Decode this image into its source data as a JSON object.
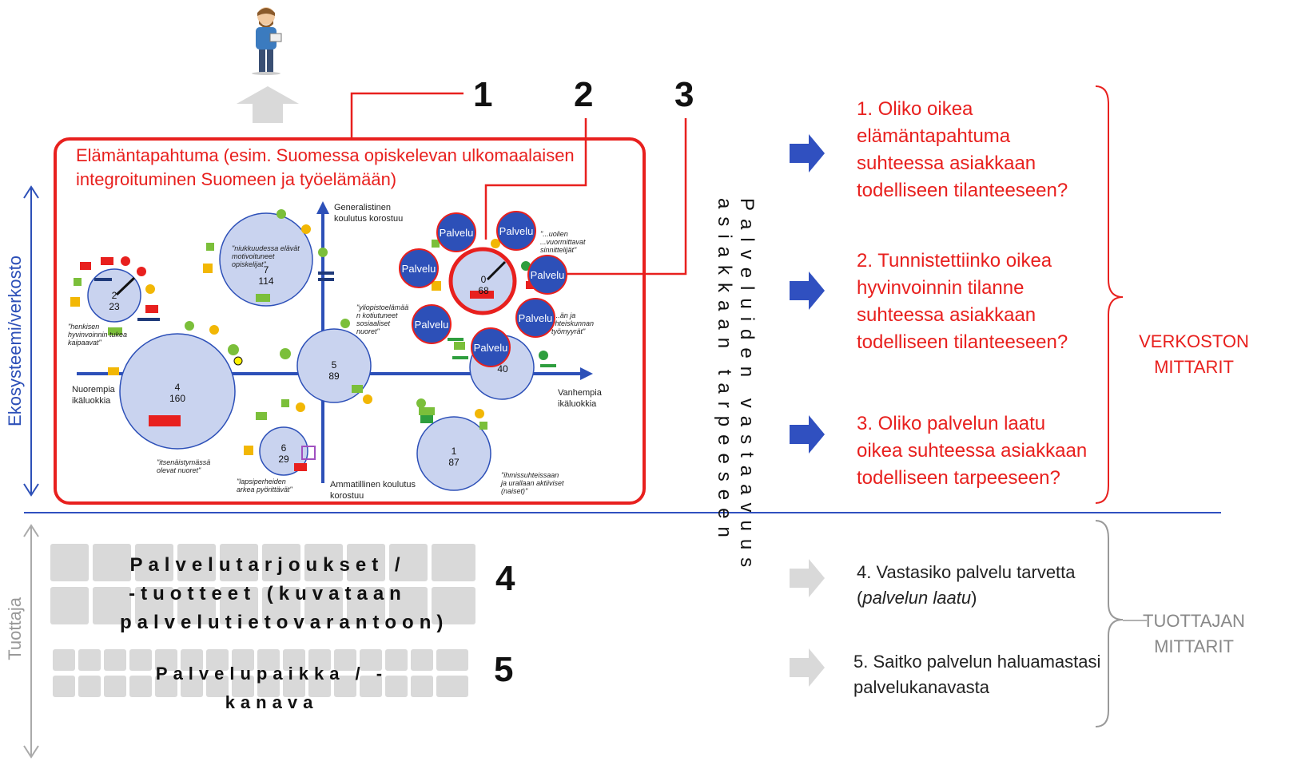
{
  "markers": {
    "m1": "1",
    "m2": "2",
    "m3": "3",
    "m4": "4",
    "m5": "5"
  },
  "frame": {
    "title": "Elämäntapahtuma (esim. Suomessa opiskelevan ulkomaalaisen integroituminen Suomeen ja työelämään)"
  },
  "axes": {
    "top": "Generalistinen koulutus korostuu",
    "bottom": "Ammatillinen koulutus korostuu",
    "left": "Nuorempia ikäluokkia",
    "right": "Vanhempia ikäluokkia"
  },
  "bubbles": [
    {
      "id": "b1",
      "num": "2",
      "count": "23",
      "quote": "\"henkisen hyvinvoinnin tukea kaipaavat\""
    },
    {
      "id": "b2",
      "num": "7",
      "count": "114",
      "quote": "\"niukkuudessa elävät motivoituneet opiskelijat\""
    },
    {
      "id": "b3",
      "num": "4",
      "count": "160",
      "quote": "\"itsenäistymässä olevat nuoret\""
    },
    {
      "id": "b4",
      "num": "5",
      "count": "89",
      "quote": "\"yliopistoelämää n kotiutuneet sosiaaliset nuoret\""
    },
    {
      "id": "b5",
      "num": "0",
      "count": "68",
      "quote": "\"...uolien ...vuormittavat sinnittelijät\""
    },
    {
      "id": "b6",
      "num": "",
      "count": "40",
      "quote": "\"...än ja yhteiskunnan työmyyrät\""
    },
    {
      "id": "b7",
      "num": "6",
      "count": "29",
      "quote": "\"lapsiperheiden arkea pyörittävät\""
    },
    {
      "id": "b8",
      "num": "1",
      "count": "87",
      "quote": "\"ihmissuhteissaan ja urallaan aktiiviset (naiset)\""
    }
  ],
  "palvelu_label": "Palvelu",
  "vertical_text": "Palveluiden vastaavuus asiakkaan tarpeeseen",
  "side_labels": {
    "ecosystem": "Ekosysteemi/verkosto",
    "producer": "Tuottaja"
  },
  "questions": {
    "q1": "1. Oliko oikea elämäntapahtuma suhteessa asiakkaan todelliseen tilanteeseen?",
    "q2": "2. Tunnistettiinko oikea hyvinvoinnin tilanne suhteessa asiakkaan todelliseen tilanteeseen?",
    "q3": "3. Oliko palvelun laatu oikea suhteessa asiakkaan todelliseen tarpeeseen?",
    "q4_main": "4. Vastasiko palvelu tarvetta",
    "q4_italic": "palvelun laatu",
    "q5": "5. Saitko palvelun haluamastasi palvelukanavasta"
  },
  "groups": {
    "network": "VERKOSTON MITTARIT",
    "producer": "TUOTTAJAN MITTARIT"
  },
  "blocks": {
    "offers": "Palvelutarjoukset / -tuotteet (kuvataan palvelutietovarantoon)",
    "channel": "Palvelupaikka / -kanava"
  },
  "colors": {
    "accent_red": "#e8201e",
    "blue": "#3050c0",
    "grey": "#d9d9d9"
  }
}
